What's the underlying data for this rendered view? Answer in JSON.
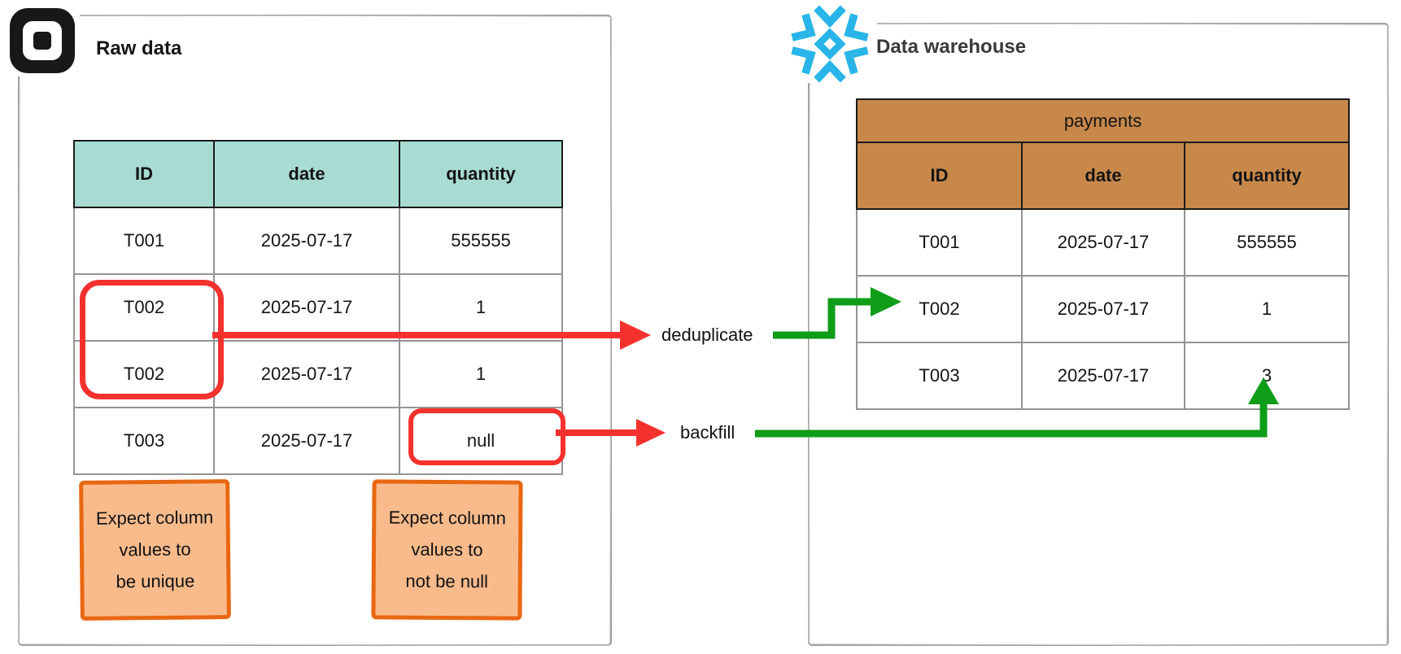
{
  "raw_panel": {
    "title": "Raw data",
    "logo": "square-logo",
    "table": {
      "headers": [
        "ID",
        "date",
        "quantity"
      ],
      "rows": [
        [
          "T001",
          "2025-07-17",
          "555555"
        ],
        [
          "T002",
          "2025-07-17",
          "1"
        ],
        [
          "T002",
          "2025-07-17",
          "1"
        ],
        [
          "T003",
          "2025-07-17",
          "null"
        ]
      ]
    },
    "notes": [
      {
        "lines": [
          "Expect column",
          "values to",
          "be unique"
        ]
      },
      {
        "lines": [
          "Expect column",
          "values to",
          "not be null"
        ]
      }
    ]
  },
  "warehouse_panel": {
    "title": "Data warehouse",
    "logo": "snowflake-logo",
    "table": {
      "title": "payments",
      "headers": [
        "ID",
        "date",
        "quantity"
      ],
      "rows": [
        [
          "T001",
          "2025-07-17",
          "555555"
        ],
        [
          "T002",
          "2025-07-17",
          "1"
        ],
        [
          "T003",
          "2025-07-17",
          "3"
        ]
      ]
    }
  },
  "flows": {
    "deduplicate_label": "deduplicate",
    "backfill_label": "backfill"
  },
  "colors": {
    "raw_header_bg": "#a8dcd2",
    "warehouse_header_bg": "#c8884a",
    "highlight_red": "#f5312e",
    "flow_green": "#0f9c17",
    "note_fill": "#f9bb8c",
    "note_border": "#e96712",
    "snowflake_blue": "#29b5e8"
  }
}
